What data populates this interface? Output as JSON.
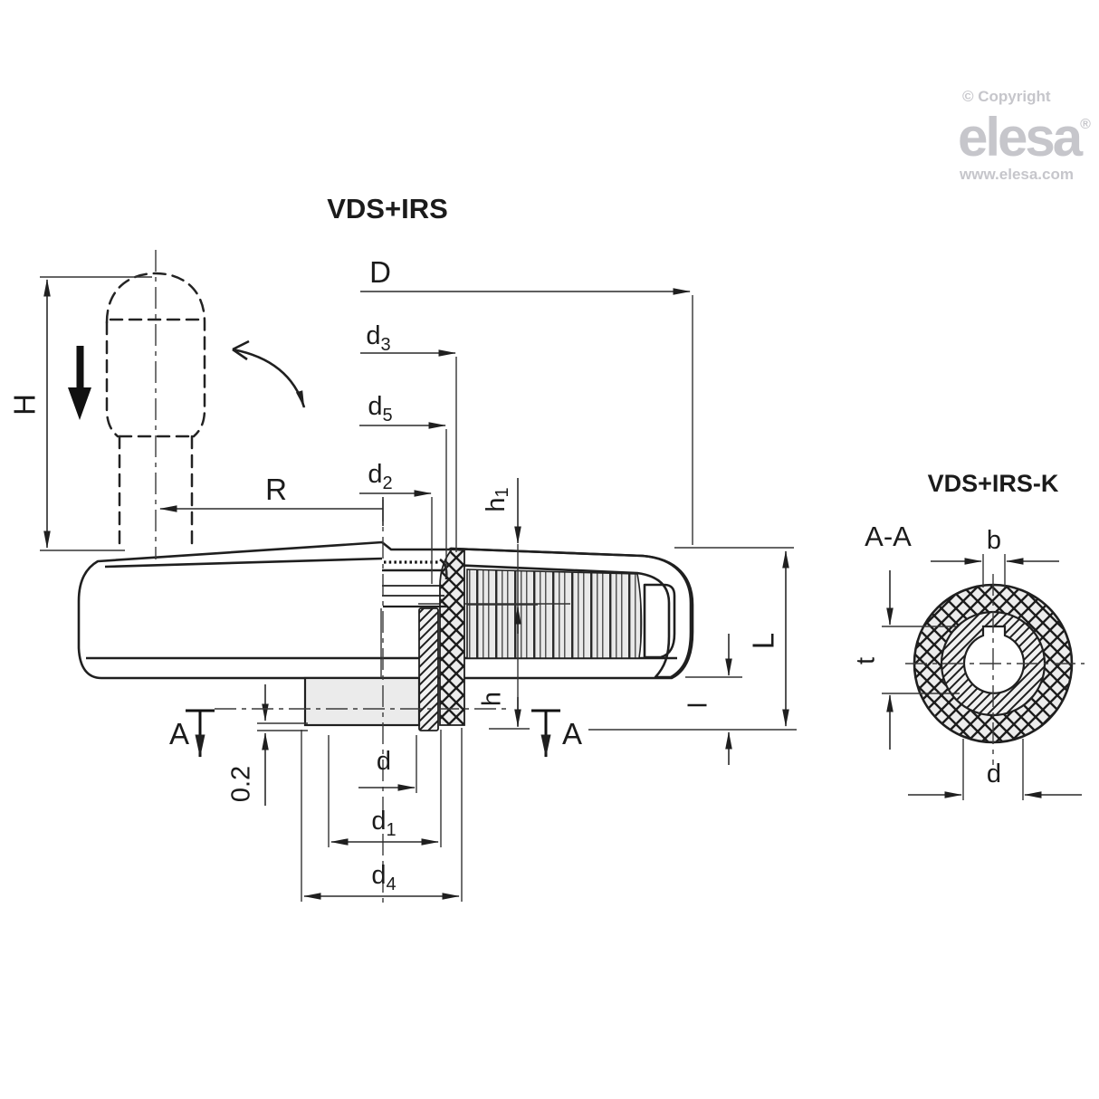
{
  "drawing": {
    "title": "VDS+IRS",
    "section_title": "VDS+IRS-K",
    "section_label": "A-A"
  },
  "logo": {
    "copyright": "© Copyright",
    "brand": "elesa",
    "registered": "®",
    "website": "www.elesa.com"
  },
  "dims": {
    "D": {
      "base": "D"
    },
    "d3": {
      "base": "d",
      "sub": "3"
    },
    "d5": {
      "base": "d",
      "sub": "5"
    },
    "d2": {
      "base": "d",
      "sub": "2"
    },
    "R": {
      "base": "R"
    },
    "H": {
      "base": "H"
    },
    "h1": {
      "base": "h",
      "sub": "1"
    },
    "h": {
      "base": "h"
    },
    "L": {
      "base": "L"
    },
    "l": {
      "base": "l"
    },
    "tolerance": {
      "base": "0.2"
    },
    "d": {
      "base": "d"
    },
    "d1": {
      "base": "d",
      "sub": "1"
    },
    "d4": {
      "base": "d",
      "sub": "4"
    },
    "b": {
      "base": "b"
    },
    "t": {
      "base": "t"
    },
    "d_section": {
      "base": "d"
    },
    "section_marker": {
      "base": "A"
    }
  },
  "colors": {
    "line": "#1f1f1f",
    "body_fill": "#ebebeb",
    "hatch_fill": "#ececec",
    "logo_gray": "#c6c6cb",
    "background": "#ffffff"
  }
}
